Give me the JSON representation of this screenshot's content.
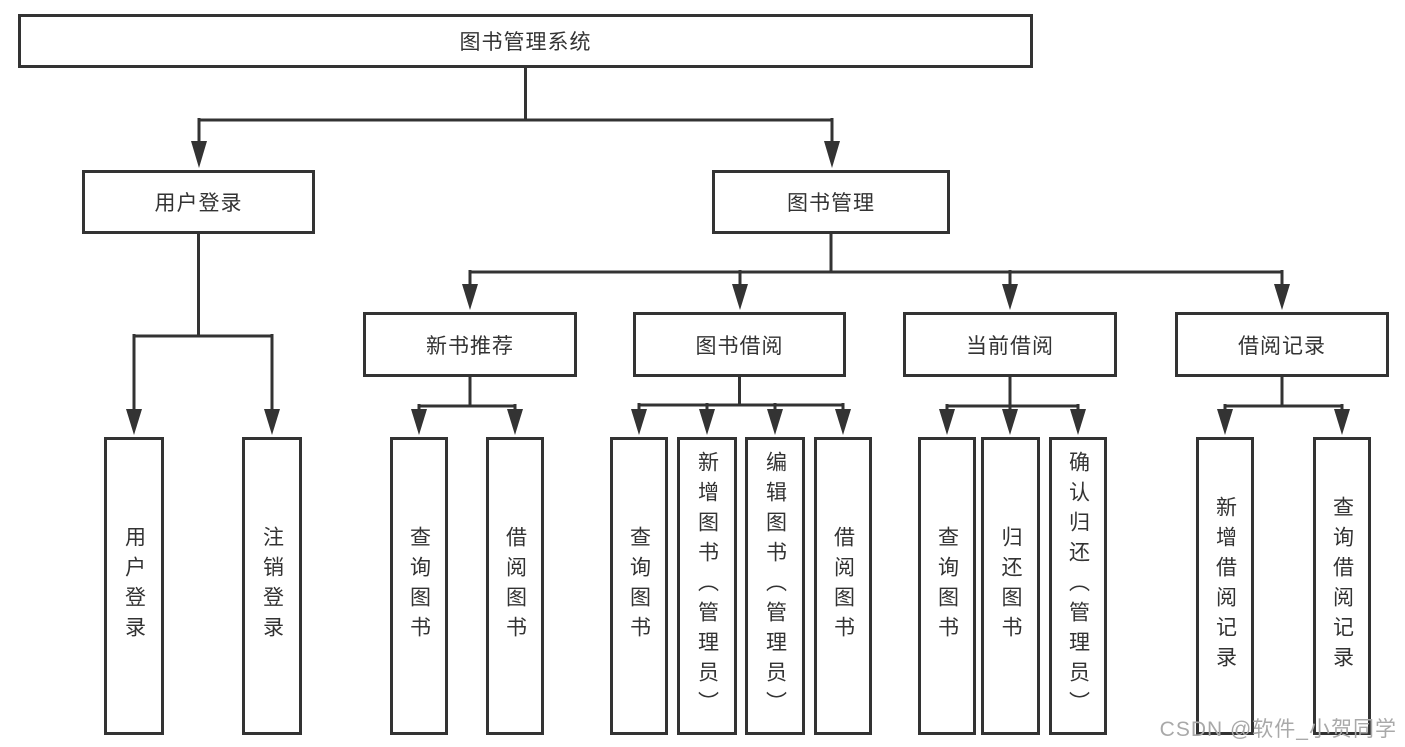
{
  "diagram": {
    "type": "hierarchy-tree",
    "tree": {
      "label": "图书管理系统",
      "children": [
        {
          "label": "用户登录",
          "children": [
            {
              "label": "用户登录"
            },
            {
              "label": "注销登录"
            }
          ]
        },
        {
          "label": "图书管理",
          "children": [
            {
              "label": "新书推荐",
              "children": [
                {
                  "label": "查询图书"
                },
                {
                  "label": "借阅图书"
                }
              ]
            },
            {
              "label": "图书借阅",
              "children": [
                {
                  "label": "查询图书"
                },
                {
                  "label": "新增图书（管理员）"
                },
                {
                  "label": "编辑图书（管理员）"
                },
                {
                  "label": "借阅图书"
                }
              ]
            },
            {
              "label": "当前借阅",
              "children": [
                {
                  "label": "查询图书"
                },
                {
                  "label": "归还图书"
                },
                {
                  "label": "确认归还（管理员）"
                }
              ]
            },
            {
              "label": "借阅记录",
              "children": [
                {
                  "label": "新增借阅记录"
                },
                {
                  "label": "查询借阅记录"
                }
              ]
            }
          ]
        }
      ]
    },
    "colors": {
      "line": "#333333",
      "node_border": "#333333",
      "text": "#333333",
      "background": "#ffffff",
      "watermark": "#a9a9a9"
    }
  },
  "watermark": {
    "text": "CSDN @软件_小贺同学"
  }
}
